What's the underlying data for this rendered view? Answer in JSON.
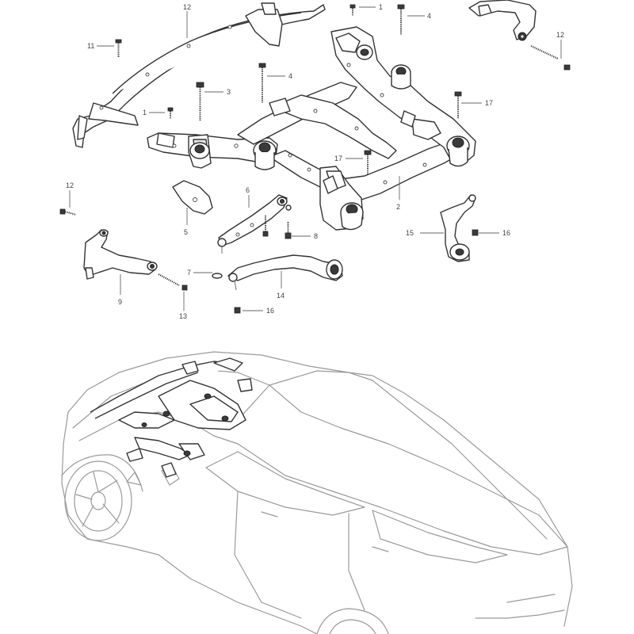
{
  "callouts": [
    {
      "id": "c1a",
      "text": "1"
    },
    {
      "id": "c1b",
      "text": "1"
    },
    {
      "id": "c2",
      "text": "2"
    },
    {
      "id": "c3",
      "text": "3"
    },
    {
      "id": "c4a",
      "text": "4"
    },
    {
      "id": "c4b",
      "text": "4"
    },
    {
      "id": "c5",
      "text": "5"
    },
    {
      "id": "c6",
      "text": "6"
    },
    {
      "id": "c7",
      "text": "7"
    },
    {
      "id": "c8",
      "text": "8"
    },
    {
      "id": "c9",
      "text": "9"
    },
    {
      "id": "c11",
      "text": "11"
    },
    {
      "id": "c12a",
      "text": "12"
    },
    {
      "id": "c12b",
      "text": "12"
    },
    {
      "id": "c12c",
      "text": "12"
    },
    {
      "id": "c13",
      "text": "13"
    },
    {
      "id": "c14",
      "text": "14"
    },
    {
      "id": "c15",
      "text": "15"
    },
    {
      "id": "c16a",
      "text": "16"
    },
    {
      "id": "c16b",
      "text": "16"
    },
    {
      "id": "c17a",
      "text": "17"
    },
    {
      "id": "c17b",
      "text": "17"
    }
  ],
  "colors": {
    "line": "#333333",
    "car_line": "#9a9a9a",
    "background": "#ffffff"
  }
}
